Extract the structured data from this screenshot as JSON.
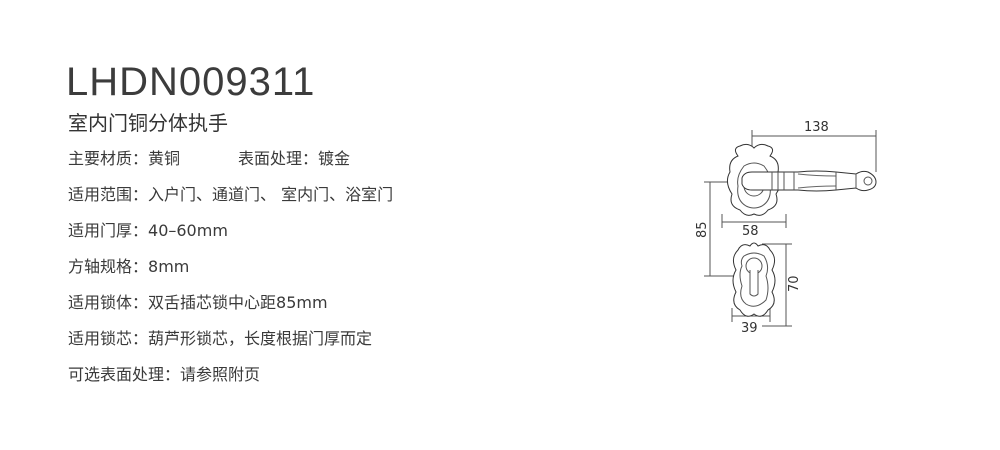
{
  "header": {
    "model_code": "LHDN009311",
    "product_name": "室内门铜分体执手"
  },
  "specs": {
    "material_label": "主要材质：",
    "material_value": "黄铜",
    "finish_label": "表面处理：",
    "finish_value": "镀金",
    "usage_label": "适用范围：",
    "usage_value": "入户门、通道门、 室内门、浴室门",
    "door_thickness_label": "适用门厚：",
    "door_thickness_value": "40–60mm",
    "spindle_label": "方轴规格：",
    "spindle_value": "8mm",
    "lock_body_label": "适用锁体：",
    "lock_body_value": "双舌插芯锁中心距85mm",
    "lock_cylinder_label": "适用锁芯：",
    "lock_cylinder_value": "葫芦形锁芯，长度根据门厚而定",
    "optional_finish_label": "可选表面处理：",
    "optional_finish_value": "请参照附页"
  },
  "dimensions": {
    "lever_length": "138",
    "rose_width": "58",
    "center_distance": "85",
    "escutcheon_height": "70",
    "escutcheon_width": "39"
  }
}
